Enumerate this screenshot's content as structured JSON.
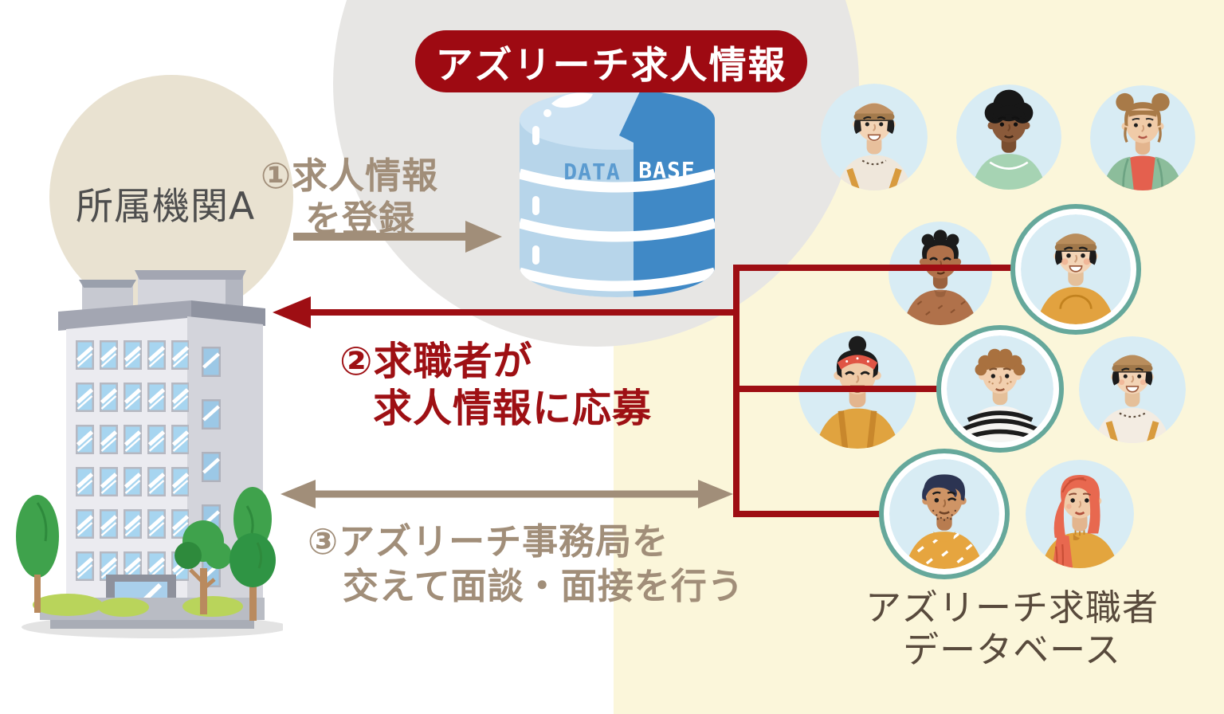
{
  "title_badge": {
    "label": "アズリーチ求人情報",
    "bg_color": "#9e0a12",
    "text_color": "#ffffff"
  },
  "institution": {
    "label": "所属機関A"
  },
  "database_icon": {
    "label_left": "DATA",
    "label_right": "BASE"
  },
  "steps": {
    "step1": {
      "line1": "①求人情報",
      "line2": "を登録",
      "arrow_direction": "right",
      "color": "#a18e79"
    },
    "step2": {
      "line1": "②求職者が",
      "line2": "求人情報に応募",
      "arrow_direction": "left",
      "color": "#9e1014"
    },
    "step3": {
      "line1": "③アズリーチ事務局を",
      "line2": "交えて面談・面接を行う",
      "arrow_direction": "both",
      "color": "#a18e79"
    }
  },
  "jobseeker_database": {
    "line1": "アズリーチ求職者",
    "line2": "データベース"
  },
  "avatars": [
    {
      "name": "man-beanie-tank",
      "highlighted": false
    },
    {
      "name": "man-afro-green-shirt",
      "highlighted": false
    },
    {
      "name": "woman-hair-buns",
      "highlighted": false
    },
    {
      "name": "man-short-curls",
      "highlighted": false
    },
    {
      "name": "man-beanie-orange-shirt",
      "highlighted": true
    },
    {
      "name": "woman-red-headband",
      "highlighted": false
    },
    {
      "name": "man-curly-striped-shirt",
      "highlighted": true
    },
    {
      "name": "man-beanie-white-tank",
      "highlighted": false
    },
    {
      "name": "man-wink-stubble",
      "highlighted": true
    },
    {
      "name": "woman-long-red-hair",
      "highlighted": false
    }
  ],
  "colors": {
    "accent_red": "#9e1014",
    "tan": "#a18e79",
    "panel_yellow": "#fbf6da",
    "circle_gray": "#e7e6e4",
    "circle_beige": "#e9e2d1",
    "avatar_bg": "#d8ecf4",
    "highlight_ring": "#66a89b",
    "db_light": "#b7d5ea",
    "db_dark": "#4089c6"
  }
}
